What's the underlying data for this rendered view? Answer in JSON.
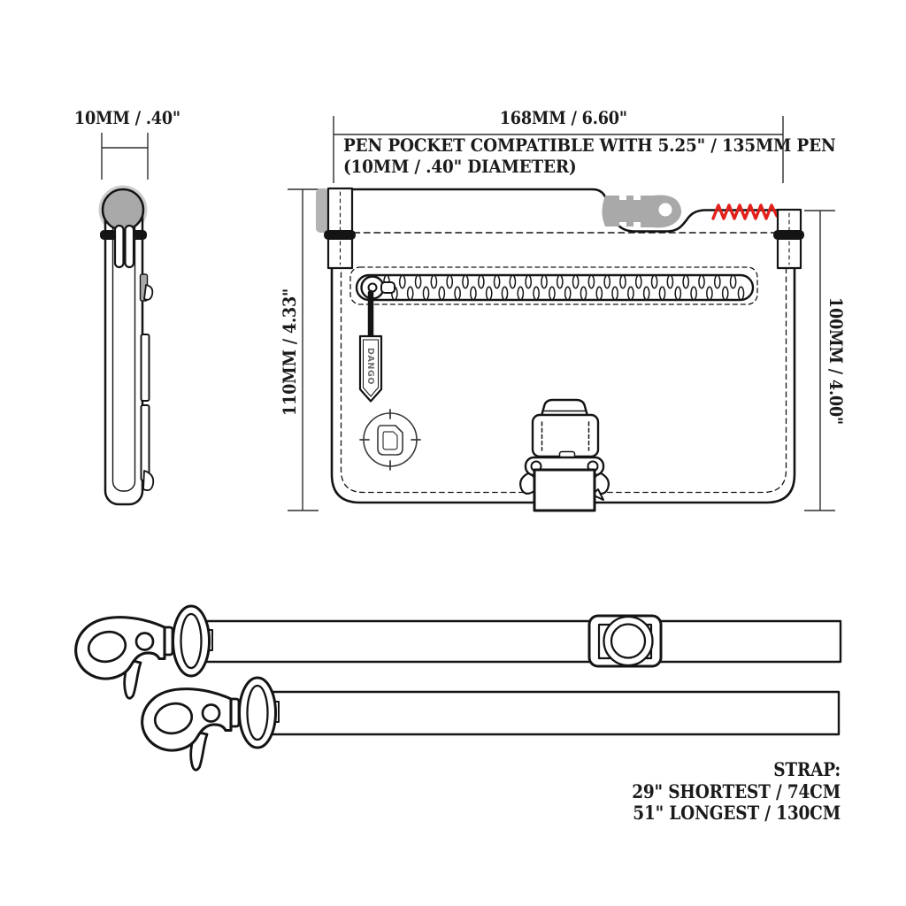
{
  "colors": {
    "line": "#141414",
    "dimension_line": "#2e2e2e",
    "pen_gray": "#a9a9a9",
    "halo_gray": "#cdcdcd",
    "stitch_red": "#e3211a",
    "text": "#1b1b1b"
  },
  "dimensions": {
    "pen_diameter": "10MM / .40\"",
    "width": "168MM / 6.60\"",
    "height_front": "110MM / 4.33\"",
    "height_back": "100MM / 4.00\""
  },
  "annotations": {
    "pen_note_line1": "PEN POCKET COMPATIBLE WITH 5.25\" / 135MM PEN",
    "pen_note_line2": "(10MM / .40\" DIAMETER)",
    "strap_title": "STRAP:",
    "strap_line1": "29\" SHORTEST / 74CM",
    "strap_line2": "51\" LONGEST / 130CM"
  },
  "brand_tag": "DANGO"
}
